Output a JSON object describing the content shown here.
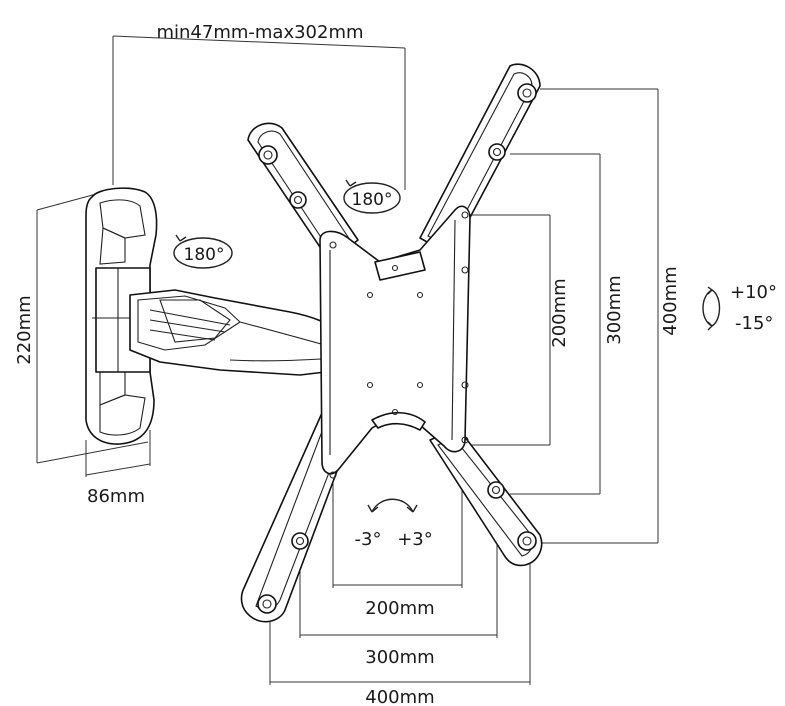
{
  "arm_extension": "min47mm-max302mm",
  "swivel_arm": "180°",
  "swivel_wall": "180°",
  "wall_plate_height": "220mm",
  "wall_plate_depth": "86mm",
  "vesa_vertical": {
    "small": "200mm",
    "medium": "300mm",
    "large": "400mm"
  },
  "vesa_horizontal": {
    "small": "200mm",
    "medium": "300mm",
    "large": "400mm"
  },
  "tilt": {
    "up": "+10°",
    "down": "-15°"
  },
  "rotation": {
    "left": "-3°",
    "right": "+3°"
  }
}
